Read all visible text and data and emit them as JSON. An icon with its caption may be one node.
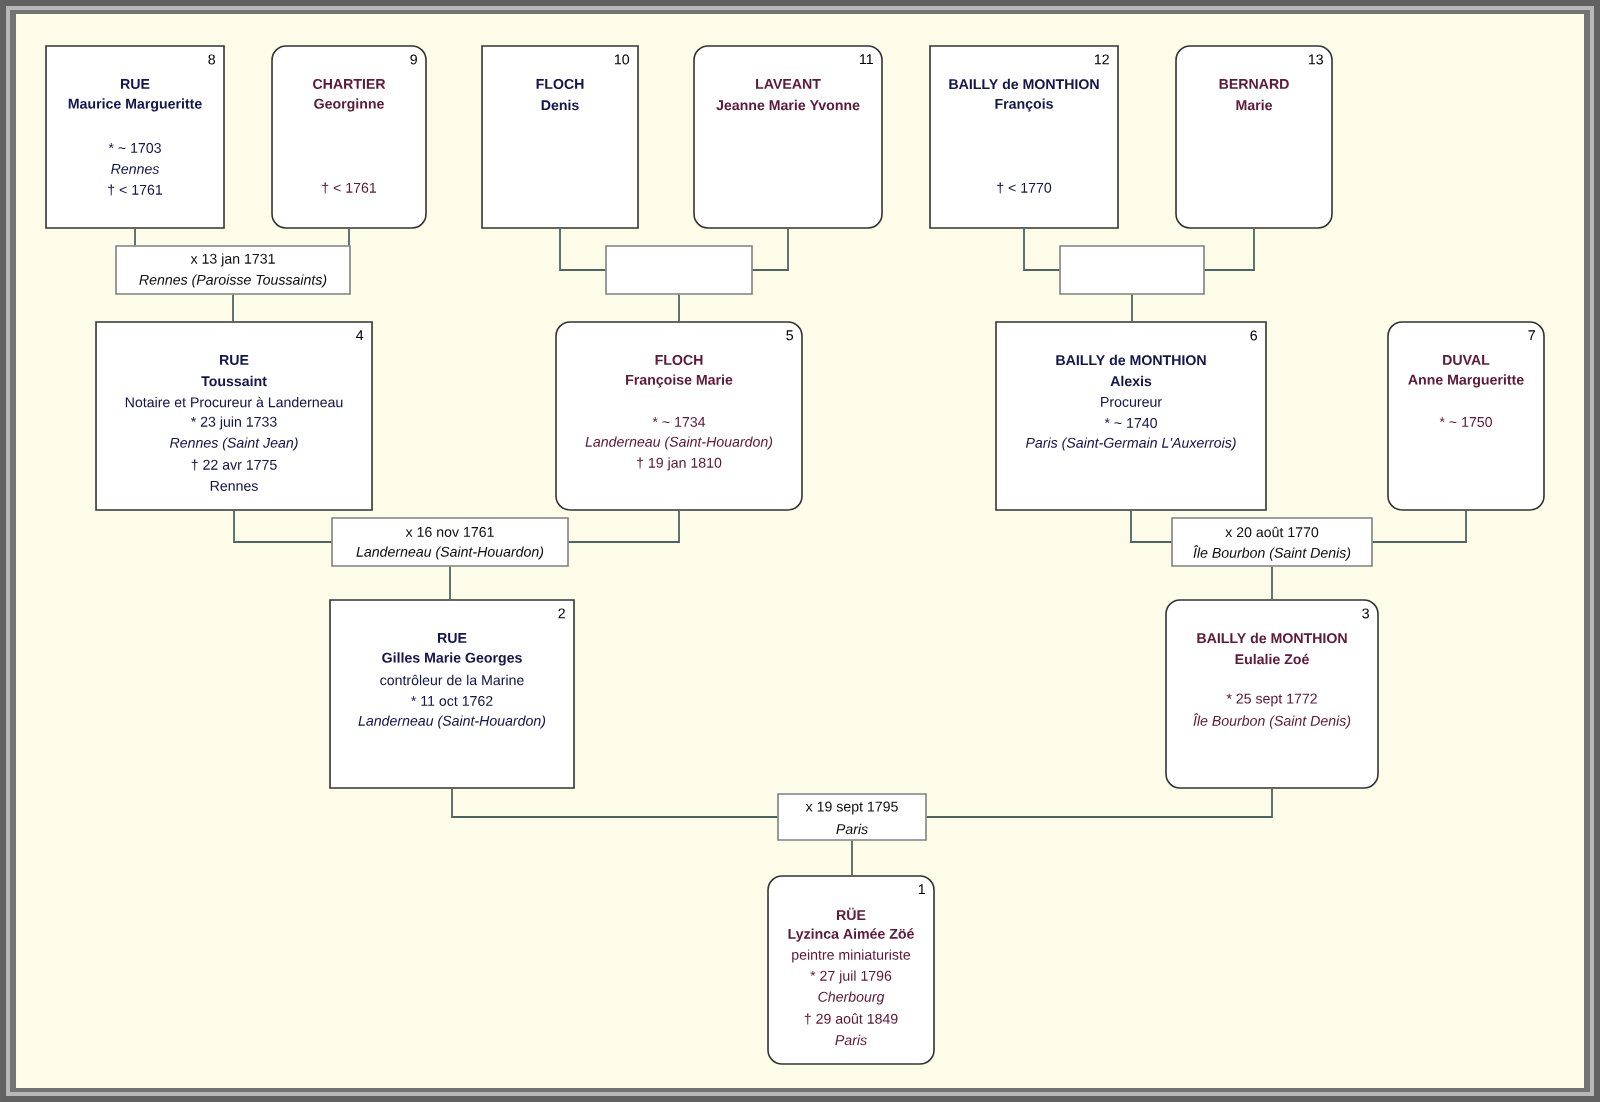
{
  "diagram": {
    "nodes": [
      {
        "text": [
          "8",
          "RUE",
          "Maurice Margueritte",
          "* ~ 1703",
          "Rennes",
          "† < 1761"
        ]
      },
      {
        "text": [
          "9",
          "CHARTIER",
          "Georginne",
          "† < 1761"
        ]
      },
      {
        "text": [
          "10",
          "FLOCH",
          "Denis"
        ]
      },
      {
        "text": [
          "11",
          "LAVEANT",
          "Jeanne Marie Yvonne"
        ]
      },
      {
        "text": [
          "12",
          "BAILLY de MONTHION",
          "François",
          "† < 1770"
        ]
      },
      {
        "text": [
          "13",
          "BERNARD",
          "Marie"
        ]
      },
      {
        "text": [
          "x 13 jan 1731",
          "Rennes (Paroisse Toussaints)"
        ]
      },
      {
        "text": [],
        "shape": "box"
      },
      {
        "text": [],
        "shape": "box"
      },
      {
        "text": [
          "4",
          "RUE",
          "Toussaint",
          "Notaire et Procureur à Landerneau",
          "* 23 juin 1733",
          "Rennes (Saint Jean)",
          "† 22 avr 1775",
          "Rennes"
        ]
      },
      {
        "text": [
          "5",
          "FLOCH",
          "Françoise Marie",
          "* ~ 1734",
          "Landerneau (Saint-Houardon)",
          "† 19 jan 1810"
        ]
      },
      {
        "text": [
          "6",
          "BAILLY de MONTHION",
          "Alexis",
          "Procureur",
          "* ~ 1740",
          "Paris (Saint-Germain L'Auxerrois)"
        ]
      },
      {
        "text": [
          "7",
          "DUVAL",
          "Anne Margueritte",
          "* ~ 1750"
        ]
      },
      {
        "text": [
          "x 16 nov 1761",
          "Landerneau (Saint-Houardon)"
        ]
      },
      {
        "text": [
          "x 20 août 1770",
          "Île Bourbon (Saint Denis)"
        ]
      },
      {
        "text": [
          "2",
          "RUE",
          "Gilles Marie Georges",
          "contrôleur de la Marine",
          "* 11 oct 1762",
          "Landerneau (Saint-Houardon)"
        ]
      },
      {
        "text": [
          "3",
          "BAILLY de MONTHION",
          "Eulalie Zoé",
          "* 25 sept 1772",
          "Île Bourbon (Saint Denis)"
        ]
      },
      {
        "text": [
          "x 19 sept 1795",
          "Paris"
        ]
      },
      {
        "text": [
          "1",
          "RÜE",
          "Lyzinca Aimée Zöé",
          "peintre miniaturiste",
          "* 27 juil 1796",
          "Cherbourg",
          "† 29 août 1849",
          "Paris"
        ]
      }
    ],
    "edges": [
      {
        "from": 0,
        "to": 6,
        "arrow": "none"
      },
      {
        "from": 1,
        "to": 6,
        "arrow": "none"
      },
      {
        "from": 2,
        "to": 7,
        "arrow": "none"
      },
      {
        "from": 3,
        "to": 7,
        "arrow": "none"
      },
      {
        "from": 4,
        "to": 8,
        "arrow": "none"
      },
      {
        "from": 5,
        "to": 8,
        "arrow": "none"
      },
      {
        "from": 6,
        "to": 9,
        "arrow": "none"
      },
      {
        "from": 7,
        "to": 10,
        "arrow": "none"
      },
      {
        "from": 8,
        "to": 11,
        "arrow": "none"
      },
      {
        "from": 9,
        "to": 13,
        "arrow": "none"
      },
      {
        "from": 10,
        "to": 13,
        "arrow": "none"
      },
      {
        "from": 11,
        "to": 14,
        "arrow": "none"
      },
      {
        "from": 12,
        "to": 14,
        "arrow": "none"
      },
      {
        "from": 13,
        "to": 15,
        "arrow": "none"
      },
      {
        "from": 14,
        "to": 16,
        "arrow": "none"
      },
      {
        "from": 15,
        "to": 17,
        "arrow": "none"
      },
      {
        "from": 16,
        "to": 17,
        "arrow": "none"
      },
      {
        "from": 17,
        "to": 18,
        "arrow": "none"
      }
    ]
  }
}
